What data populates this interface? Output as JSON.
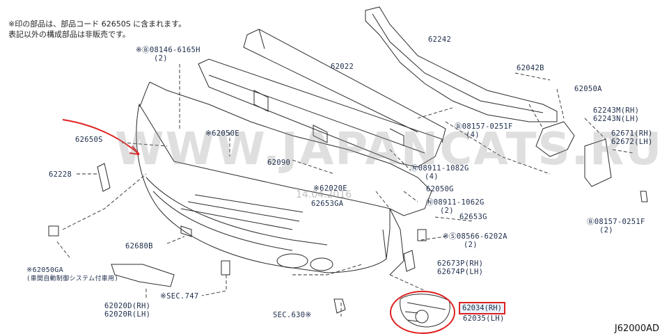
{
  "notes": {
    "line1": "※印の部品は、部品コード 62650S に含まれます。",
    "line2": "表記以外の構成部品は非販売です。"
  },
  "labels": {
    "p08146": {
      "code": "※Ⓑ08146-6165H",
      "qty": "(2)"
    },
    "p62242": "62242",
    "p62022": "62022",
    "p62042b": "62042B",
    "p62050a": "62050A",
    "p62243": {
      "rh": "62243M(RH)",
      "lh": "62243N(LH)"
    },
    "p08157a": {
      "code": "Ⓑ08157-0251F",
      "qty": "(4)"
    },
    "p62671": {
      "rh": "62671(RH)",
      "lh": "62672(LH)"
    },
    "p62650": "62650S",
    "p62050e": "※62050E",
    "p62090": "62090",
    "p08911a": {
      "code": "Ⓝ08911-1082G",
      "qty": "(4)"
    },
    "p62228": "62228",
    "p62020e": "※62020E",
    "p62050g": "62050G",
    "p62653ga": "62653GA",
    "p08911b": {
      "code": "Ⓝ08911-1062G",
      "qty": "(2)"
    },
    "p62653g": "62653G",
    "p08157b": {
      "code": "Ⓑ08157-0251F",
      "qty": "(2)"
    },
    "p08566": {
      "code": "※Ⓢ08566-6202A",
      "qty": "(2)"
    },
    "p62680b": "62680B",
    "p62673": {
      "rh": "62673P(RH)",
      "lh": "62674P(LH)"
    },
    "p62050ga": {
      "code": "※62050GA",
      "note": "(車間自動制御システム付車用)"
    },
    "sec747": "※SEC.747",
    "p62020": {
      "rh": "62020D(RH)",
      "lh": "62020R(LH)"
    },
    "sec630": "SEC.630※",
    "p62034": "62034(RH)",
    "p62035": "62035(LH)"
  },
  "watermark": "WWW.JAPANCATS.RU",
  "date_stamp": "14.04.2016",
  "diagram_code": "J62000AD",
  "colors": {
    "line": "#2b2b2b",
    "label": "#1c2c4a",
    "highlight": "#e02020",
    "label_box": "#cfe0ef"
  }
}
